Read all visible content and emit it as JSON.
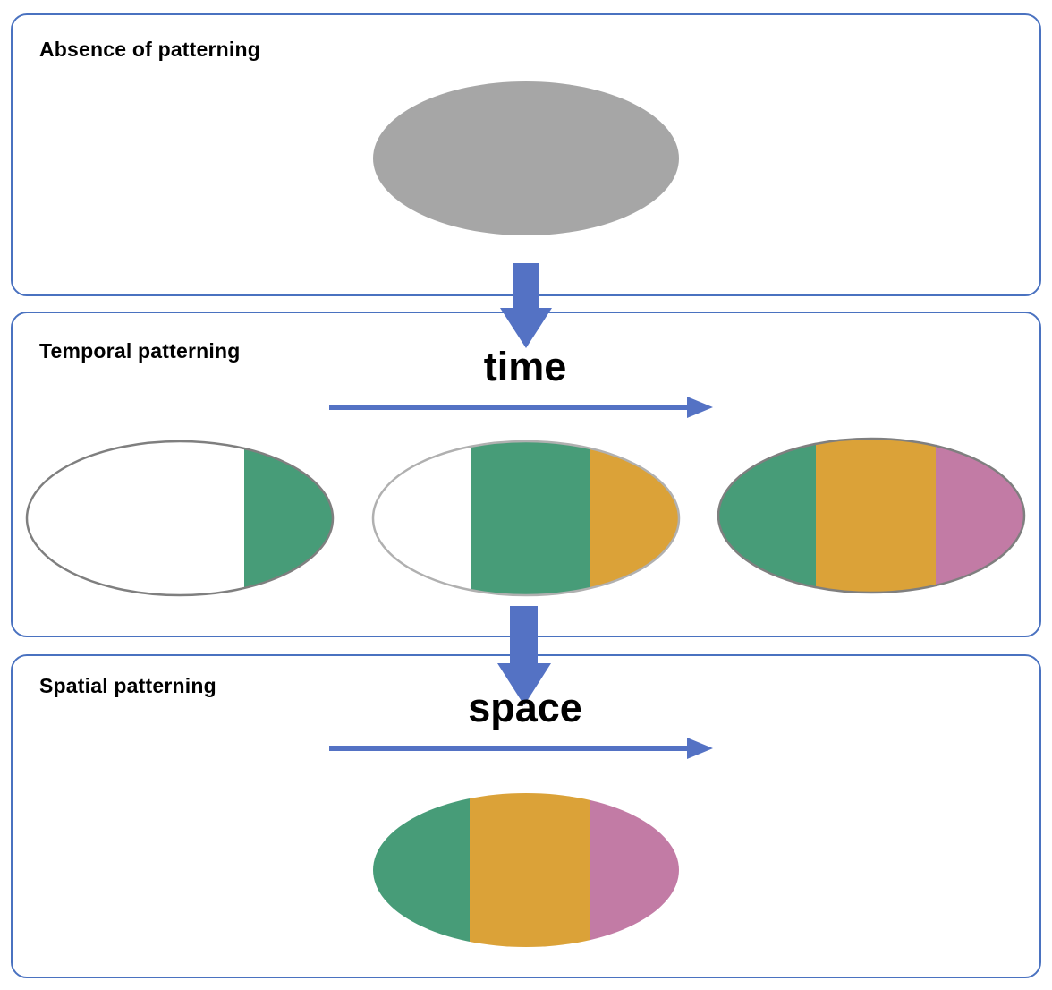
{
  "panels": {
    "absence": {
      "title": "Absence of patterning"
    },
    "temporal": {
      "title": "Temporal patterning",
      "axis_label": "time"
    },
    "spatial": {
      "title": "Spatial patterning",
      "axis_label": "space"
    }
  },
  "colors": {
    "panel_border": "#4a72c0",
    "arrow": "#5472c4",
    "unpatterned": "#a6a6a6",
    "green": "#479c78",
    "orange": "#dba238",
    "pink": "#c27ba5",
    "outline": "#7f7f7f"
  },
  "icons": {
    "down_arrow": "down-arrow-icon",
    "right_arrow": "right-arrow-icon"
  }
}
